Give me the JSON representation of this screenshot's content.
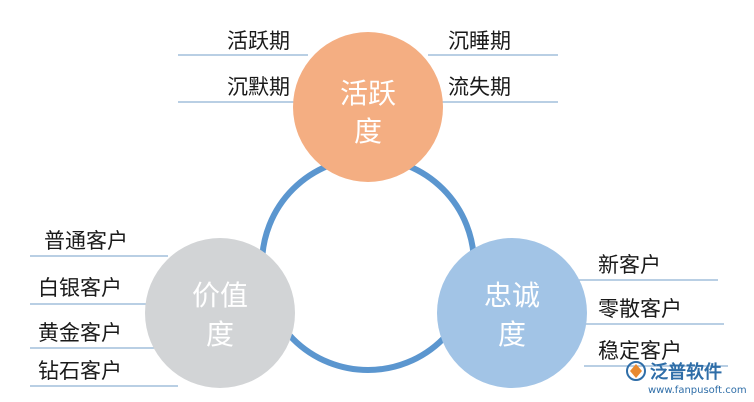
{
  "nodes": {
    "activity": {
      "line1": "活跃",
      "line2": "度",
      "color": "#F4AE82",
      "left_items": [
        "活跃期",
        "沉默期"
      ],
      "right_items": [
        "沉睡期",
        "流失期"
      ]
    },
    "value": {
      "line1": "价值",
      "line2": "度",
      "color": "#D2D4D6",
      "items": [
        "普通客户",
        "白银客户",
        "黄金客户",
        "钻石客户"
      ]
    },
    "loyalty": {
      "line1": "忠诚",
      "line2": "度",
      "color": "#A2C4E6",
      "items": [
        "新客户",
        "零散客户",
        "稳定客户"
      ]
    }
  },
  "ring_color": "#5B96CF",
  "underline_color": "#8FB2D4",
  "watermark": {
    "brand": "泛普软件",
    "url": "www.fanpusoft.com",
    "icon": "fanpu-logo-icon"
  }
}
